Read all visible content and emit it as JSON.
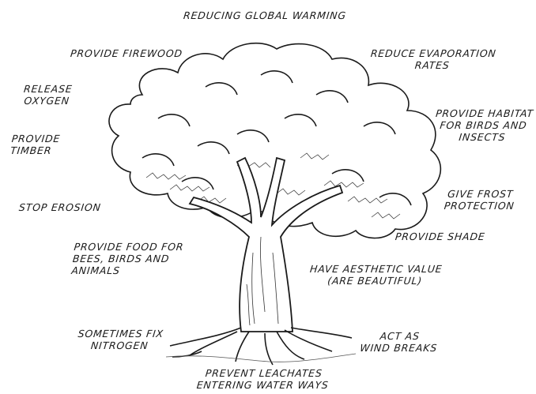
{
  "diagram": {
    "labels": {
      "reducing_global_warming": "REDUCING GLOBAL WARMING",
      "provide_firewood": "PROVIDE FIREWOOD",
      "reduce_evaporation": "REDUCE EVAPORATION\nRATES",
      "release_oxygen": "RELEASE\nOXYGEN",
      "provide_habitat": "PROVIDE HABITAT\nFOR BIRDS AND\nINSECTS",
      "provide_timber": "PROVIDE\nTIMBER",
      "stop_erosion": "STOP EROSION",
      "give_frost_protection": "GIVE FROST\nPROTECTION",
      "provide_shade": "PROVIDE SHADE",
      "provide_food": "PROVIDE FOOD FOR\nBEES, BIRDS AND\nANIMALS",
      "aesthetic_value": "HAVE AESTHETIC VALUE\n(ARE BEAUTIFUL)",
      "fix_nitrogen": "SOMETIMES FIX\nNITROGEN",
      "wind_breaks": "ACT AS\nWIND BREAKS",
      "prevent_leachates": "PREVENT LEACHATES\nENTERING WATER WAYS"
    }
  }
}
